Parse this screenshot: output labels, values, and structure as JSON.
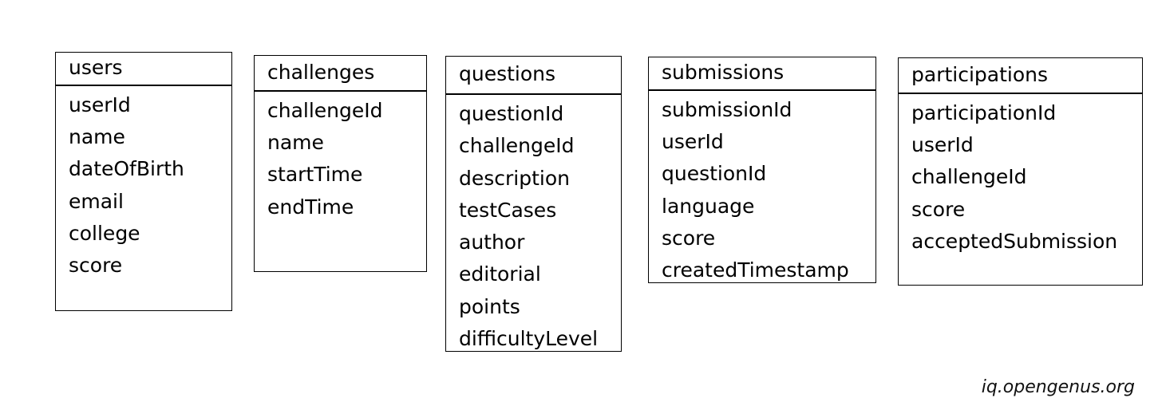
{
  "entities": [
    {
      "title": "users",
      "fields": [
        "userId",
        "name",
        "dateOfBirth",
        "email",
        "college",
        "score"
      ]
    },
    {
      "title": "challenges",
      "fields": [
        "challengeId",
        "name",
        "startTime",
        "endTime"
      ]
    },
    {
      "title": "questions",
      "fields": [
        "questionId",
        "challengeId",
        "description",
        "testCases",
        "author",
        "editorial",
        "points",
        "difficultyLevel"
      ]
    },
    {
      "title": "submissions",
      "fields": [
        "submissionId",
        "userId",
        "questionId",
        "language",
        "score",
        "createdTimestamp"
      ]
    },
    {
      "title": "participations",
      "fields": [
        "participationId",
        "userId",
        "challengeId",
        "score",
        "acceptedSubmission"
      ]
    }
  ],
  "watermark": "iq.opengenus.org"
}
